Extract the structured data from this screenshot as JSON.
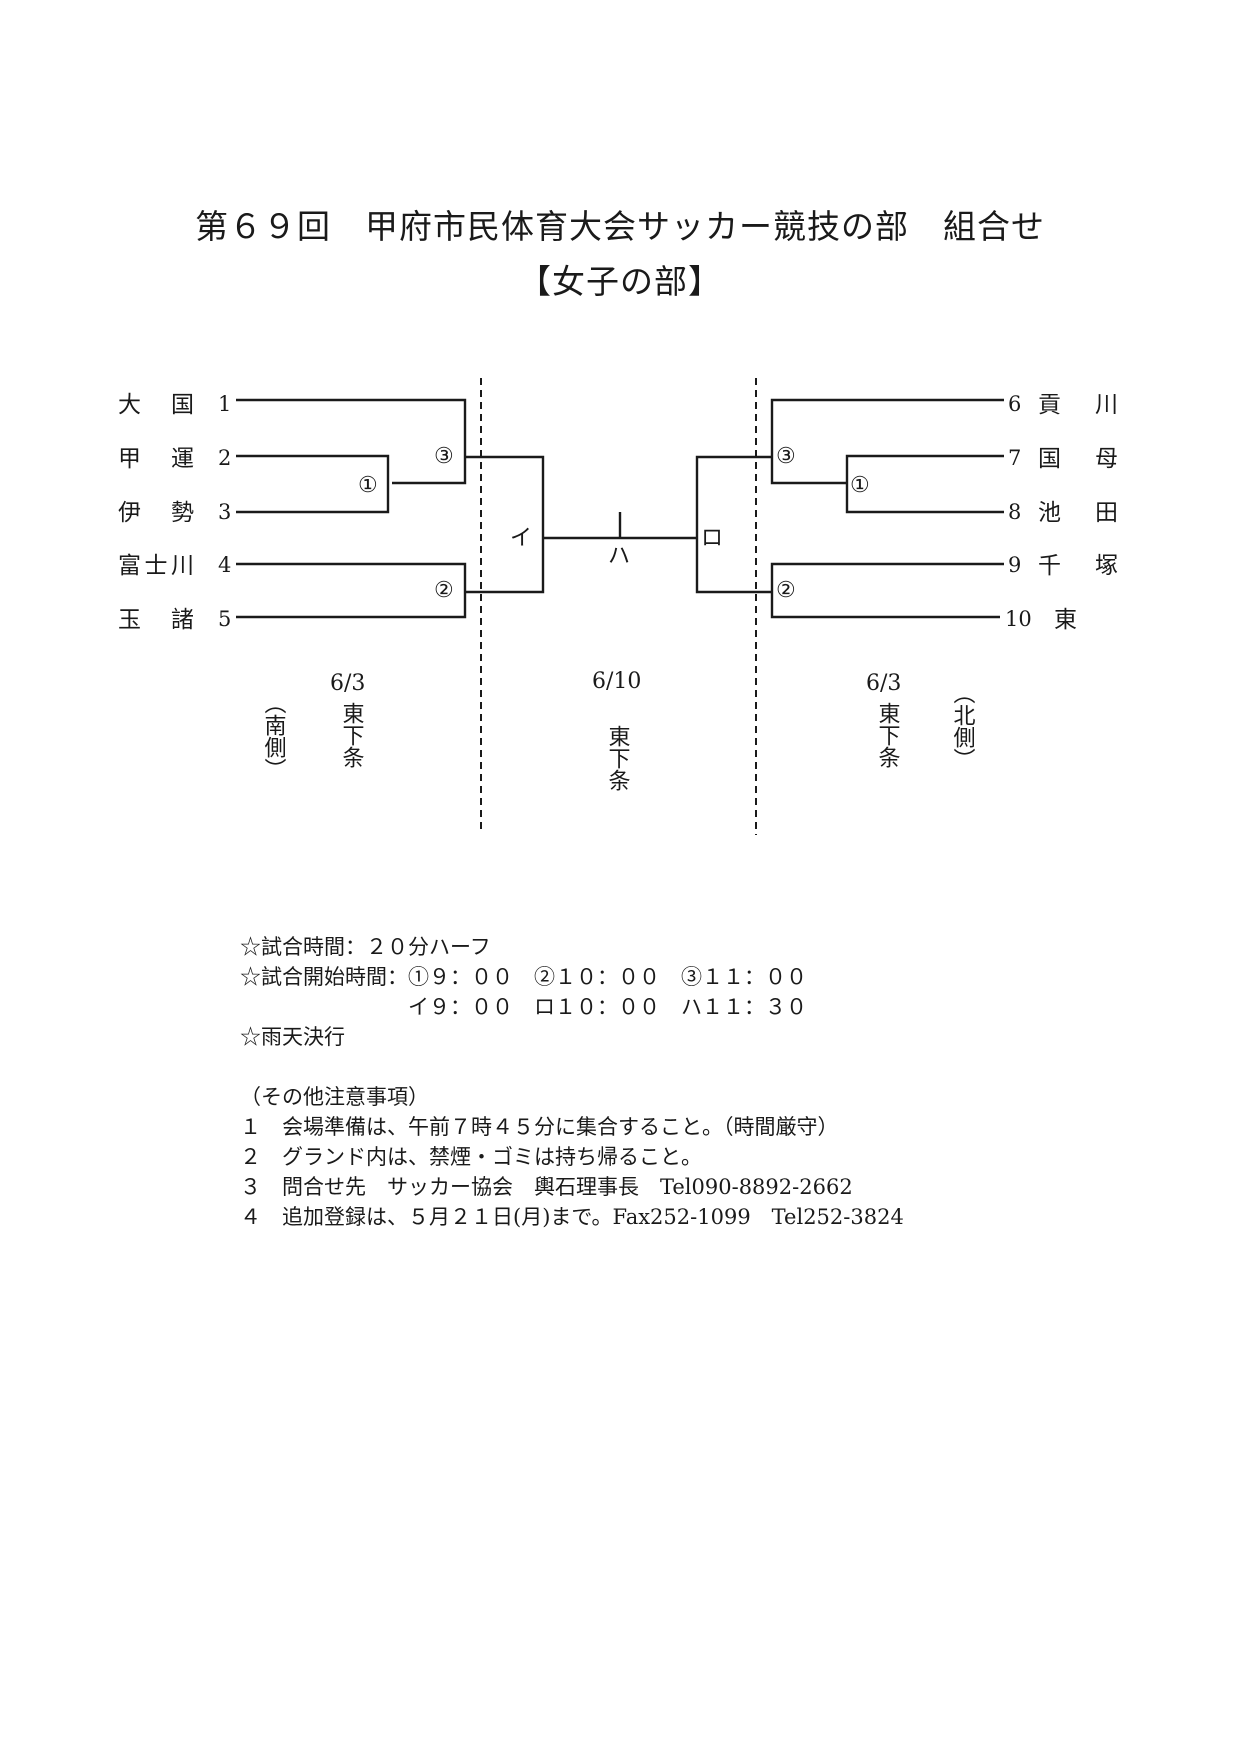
{
  "title": "第６９回　甲府市民体育大会サッカー競技の部　組合せ",
  "subtitle": "【女子の部】",
  "teams_left": [
    {
      "name": "大　国",
      "seed": "1"
    },
    {
      "name": "甲　運",
      "seed": "2"
    },
    {
      "name": "伊　勢",
      "seed": "3"
    },
    {
      "name": "富士川",
      "seed": "4"
    },
    {
      "name": "玉　諸",
      "seed": "5"
    }
  ],
  "teams_right": [
    {
      "name": "貢　川",
      "seed": "6"
    },
    {
      "name": "国　母",
      "seed": "7"
    },
    {
      "name": "池　田",
      "seed": "8"
    },
    {
      "name": "千　塚",
      "seed": "9"
    },
    {
      "name": "東",
      "seed": "10"
    }
  ],
  "match_numbers": {
    "m1": "①",
    "m2": "②",
    "m3": "③"
  },
  "match_labels": {
    "i": "イ",
    "ro": "ロ",
    "ha": "ハ"
  },
  "venues": {
    "left": {
      "date": "6/3",
      "place": "東下条",
      "side": "（南側）"
    },
    "center": {
      "date": "6/10",
      "place": "東下条"
    },
    "right": {
      "date": "6/3",
      "place": "東下条",
      "side": "（北側）"
    }
  },
  "notes": {
    "match_time": "☆試合時間：２０分ハーフ",
    "start_time_1": "☆試合開始時間：①９：００　②１０：００　③１１：００",
    "start_time_2": "　　　　　　　　イ９：００　ロ１０：００　ハ１１：３０",
    "rain": "☆雨天決行",
    "other_header": "（その他注意事項）",
    "items": [
      "１　会場準備は、午前７時４５分に集合すること。（時間厳守）",
      "２　グランド内は、禁煙・ゴミは持ち帰ること。",
      "３　問合せ先　サッカー協会　輿石理事長　Tel090-8892-2662",
      "４　追加登録は、５月２１日(月)まで。Fax252-1099　Tel252-3824"
    ]
  }
}
